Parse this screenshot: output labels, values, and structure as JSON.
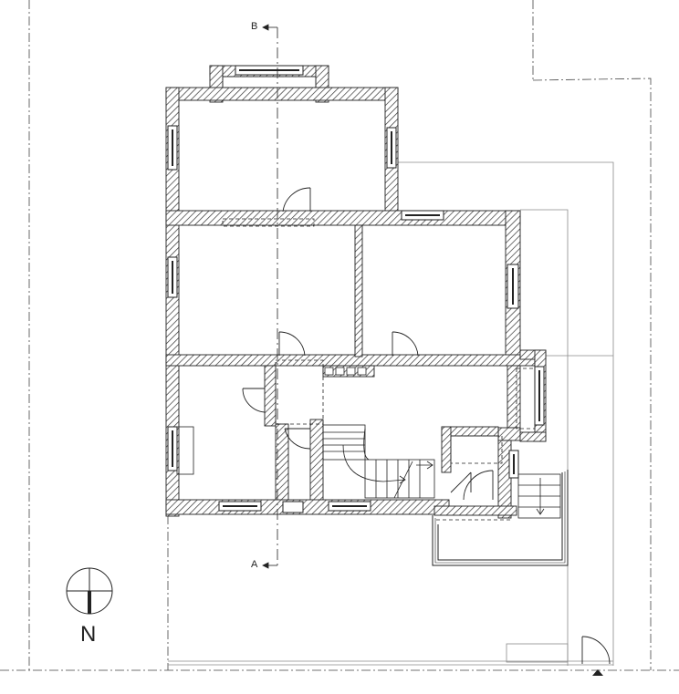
{
  "section_markers": {
    "top": "B",
    "bottom": "A"
  },
  "north_arrow": {
    "letter": "N"
  },
  "colors": {
    "line": "#222222",
    "thin_line": "#8a8a8a",
    "hatch": "#333333",
    "background": "#ffffff"
  }
}
